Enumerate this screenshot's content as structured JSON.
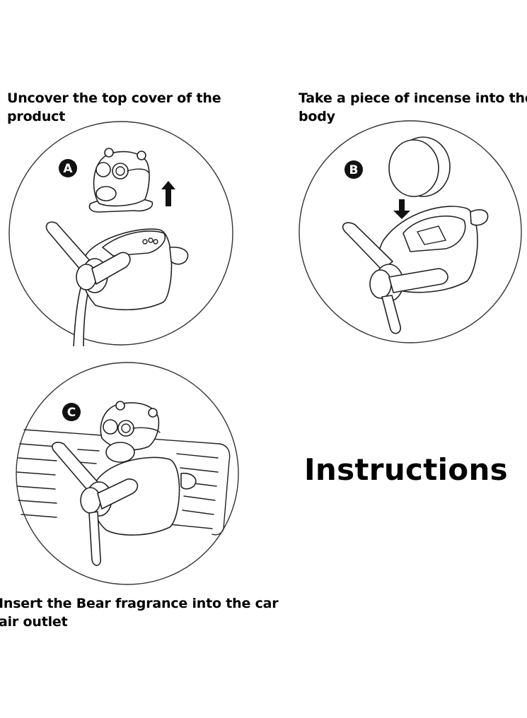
{
  "title": "Instructions",
  "steps": [
    {
      "badge": "A",
      "caption_line1": "Uncover the top cover of the",
      "caption_line2": "product",
      "illustration": "bear-cover-lifted-from-airplane-diffuser",
      "arrow": "arrow-up"
    },
    {
      "badge": "B",
      "caption_line1": "Take a piece of incense into the",
      "caption_line2": "body",
      "illustration": "incense-pad-inserted-into-airplane-body",
      "arrow": "arrow-down"
    },
    {
      "badge": "C",
      "caption_line1": "Insert the Bear fragrance into the car",
      "caption_line2": "air outlet",
      "illustration": "bear-airplane-clipped-on-car-vent"
    }
  ],
  "colors": {
    "background": "#ffffff",
    "ink": "#000000",
    "line": "#222222"
  }
}
